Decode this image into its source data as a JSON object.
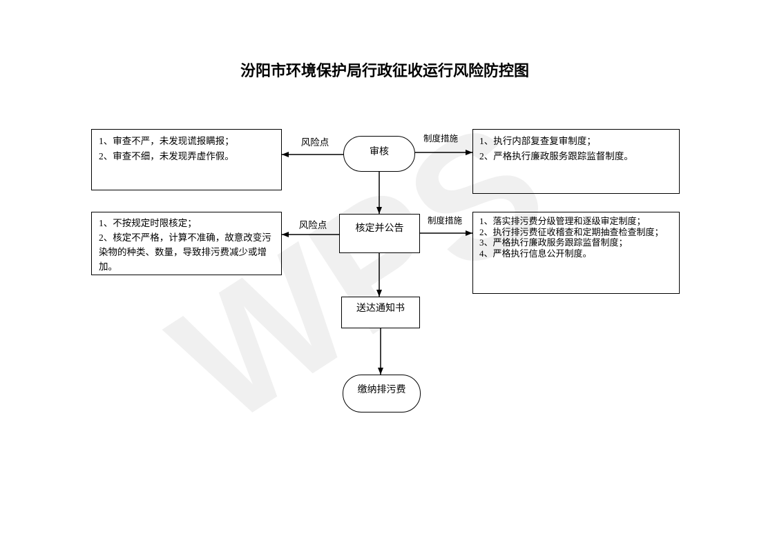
{
  "title": "汾阳市环境保护局行政征收运行风险防控图",
  "watermark": "WPS",
  "steps": {
    "review": {
      "label": "审核",
      "risk_label": "风险点",
      "measure_label": "制度措施",
      "risks": [
        "1、审查不严，未发现谎报瞒报；",
        "2、审查不细，未发现弄虚作假。"
      ],
      "measures": [
        "1、执行内部复查复审制度；",
        "2、严格执行廉政服务跟踪监督制度。"
      ]
    },
    "approve": {
      "label": "核定并公告",
      "risk_label": "风险点",
      "measure_label": "制度措施",
      "risks": [
        "1、不按规定时限核定；",
        "2、核定不严格，计算不准确，故意改变污",
        "染物的种类、数量，导致排污费减少或增",
        "加。"
      ],
      "measures": [
        "1、落实排污费分级管理和逐级审定制度；",
        "2、执行排污费征收稽查和定期抽查检查制度；",
        "3、严格执行廉政服务跟踪监督制度；",
        "4、严格执行信息公开制度。"
      ]
    },
    "notify": {
      "label": "送达通知书"
    },
    "pay": {
      "label": "缴纳排污费"
    }
  }
}
